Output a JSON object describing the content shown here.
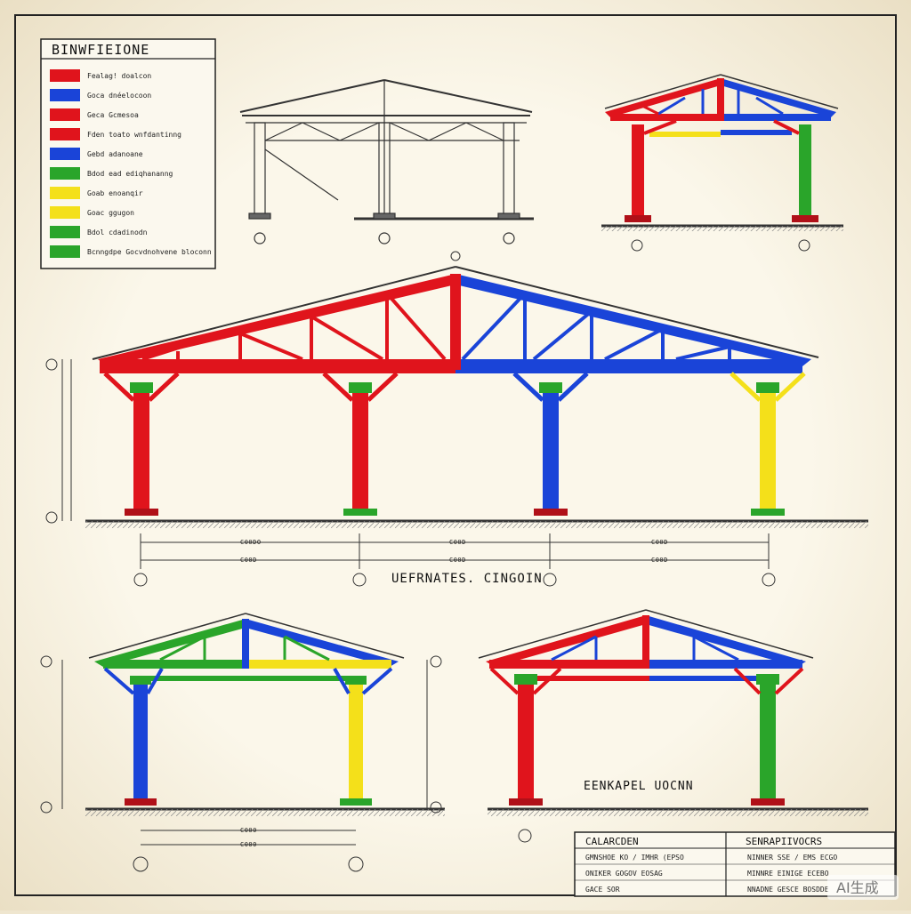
{
  "legend": {
    "title": "BINWFIEIONE",
    "items": [
      {
        "color": "#e0141c",
        "label": "Fealag! doalcon"
      },
      {
        "color": "#1a44d8",
        "label": "Goca dnéelocoon"
      },
      {
        "color": "#e0141c",
        "label": "Geca Gcmesoa"
      },
      {
        "color": "#e0141c",
        "label": "Fden toato wnfdantinng"
      },
      {
        "color": "#1a44d8",
        "label": "Gebd adanoane"
      },
      {
        "color": "#2aa52a",
        "label": "Bdod ead ediqhananng"
      },
      {
        "color": "#f4e01a",
        "label": "Goab enoanqir"
      },
      {
        "color": "#f4e01a",
        "label": "Goac ggugon"
      },
      {
        "color": "#2aa52a",
        "label": "Bdol cdadinodn"
      },
      {
        "color": "#2aa52a",
        "label": "Bcnngdpe Gocvdnohvene bloconn"
      }
    ]
  },
  "captions": {
    "main": "UEFRNATES. CINGOIN",
    "lower_right": "EENKAPEL UOCNN"
  },
  "title_block": {
    "left_header": "CALARCDEN",
    "right_header": "SENRAPIIVOCRS",
    "left_rows": [
      "GMNSHOE KO / IMHR (EPSO",
      "ONIKER GOGOV EOSAG",
      "GACE SOR"
    ],
    "right_rows": [
      "NINNER SSE / EMS ECGO",
      "MINNRE EINIGE ECEBO",
      "NNADNE GESCE BOSDDE"
    ]
  },
  "watermark": "AI生成",
  "dims": {
    "main_top": [
      "C00DO",
      "C00D",
      "C00D",
      "C00D"
    ],
    "main_total": "C00D",
    "main_bottom": "C00D",
    "lower_left_top": "C000",
    "lower_left_bottom": "C000"
  },
  "colors": {
    "red": "#e0141c",
    "blue": "#1a44d8",
    "green": "#2aa52a",
    "yellow": "#f4e01a",
    "ink": "#1a1a1a"
  }
}
